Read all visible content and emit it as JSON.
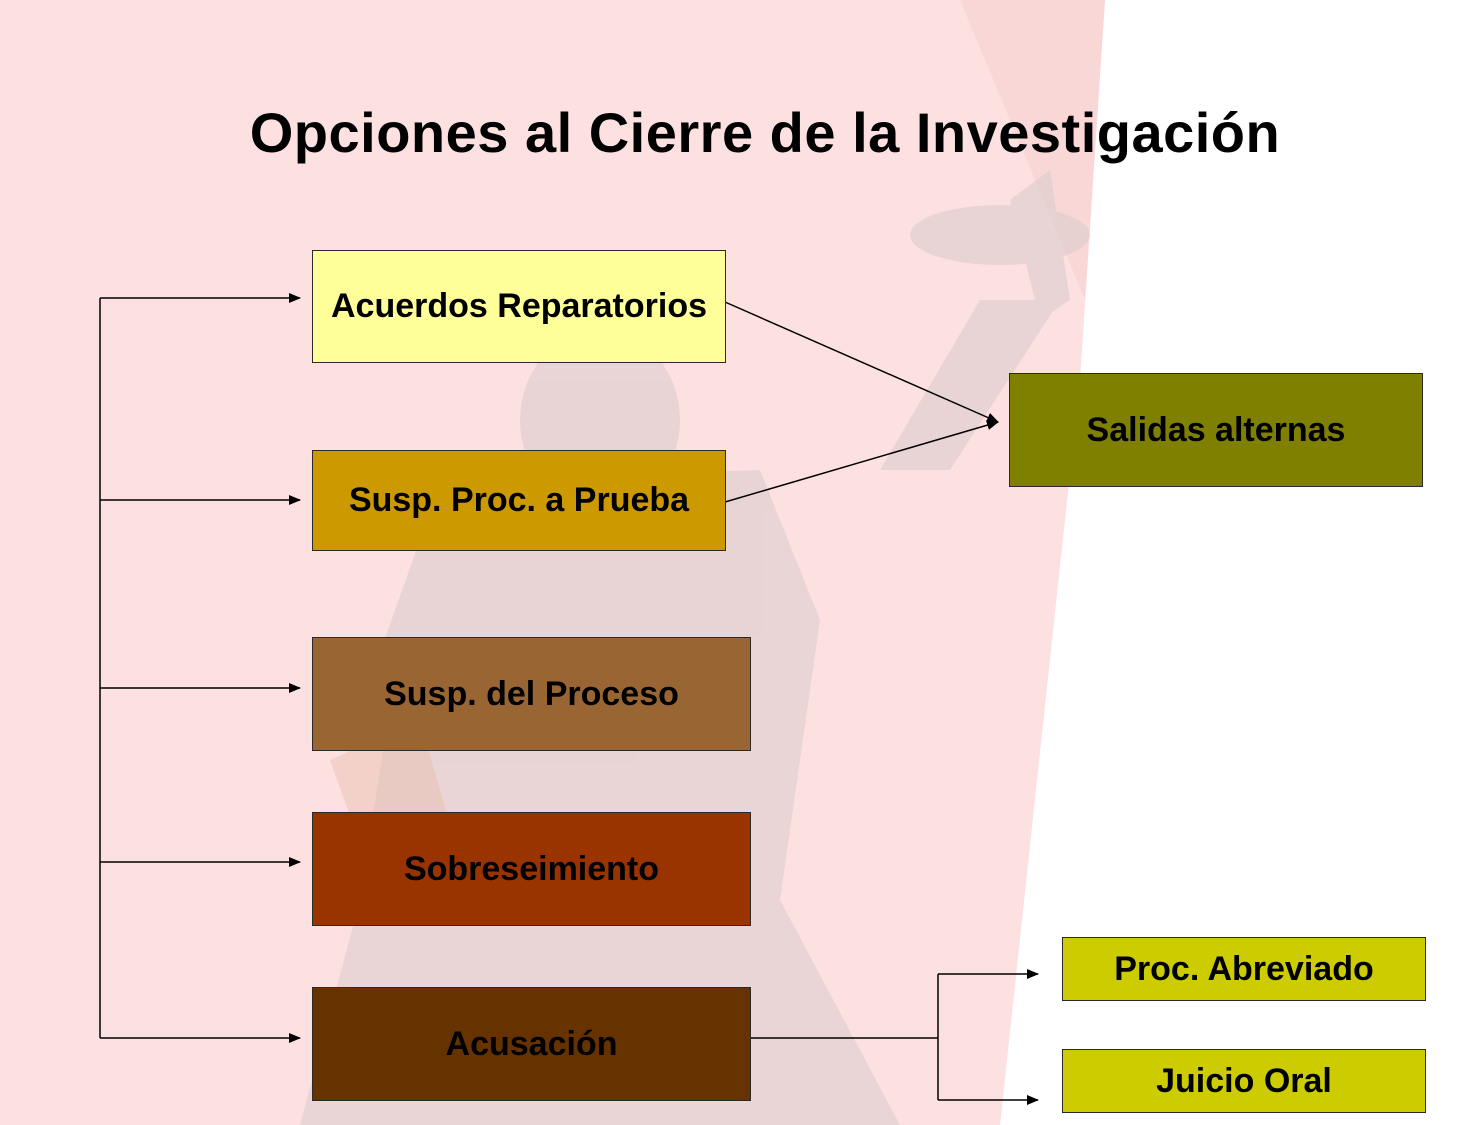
{
  "title": "Opciones al Cierre de la Investigación",
  "nodes": {
    "acuerdos": {
      "label": "Acuerdos Reparatorios",
      "color": "#ffff99"
    },
    "susp_prueba": {
      "label": "Susp. Proc. a Prueba",
      "color": "#cc9900"
    },
    "susp_proceso": {
      "label": "Susp. del Proceso",
      "color": "#996633"
    },
    "sobreseimiento": {
      "label": "Sobreseimiento",
      "color": "#993300"
    },
    "acusacion": {
      "label": "Acusación",
      "color": "#663300"
    },
    "salidas": {
      "label": "Salidas alternas",
      "color": "#808000"
    },
    "abreviado": {
      "label": "Proc. Abreviado",
      "color": "#cccc00"
    },
    "juicio": {
      "label": "Juicio Oral",
      "color": "#cccc00"
    }
  },
  "edges": [
    {
      "from": "acuerdos",
      "to": "salidas"
    },
    {
      "from": "susp_prueba",
      "to": "salidas"
    },
    {
      "from": "acusacion",
      "to": "abreviado"
    },
    {
      "from": "acusacion",
      "to": "juicio"
    }
  ],
  "background": {
    "tint": "#fde0e0",
    "figure": "#d9cfcf"
  }
}
